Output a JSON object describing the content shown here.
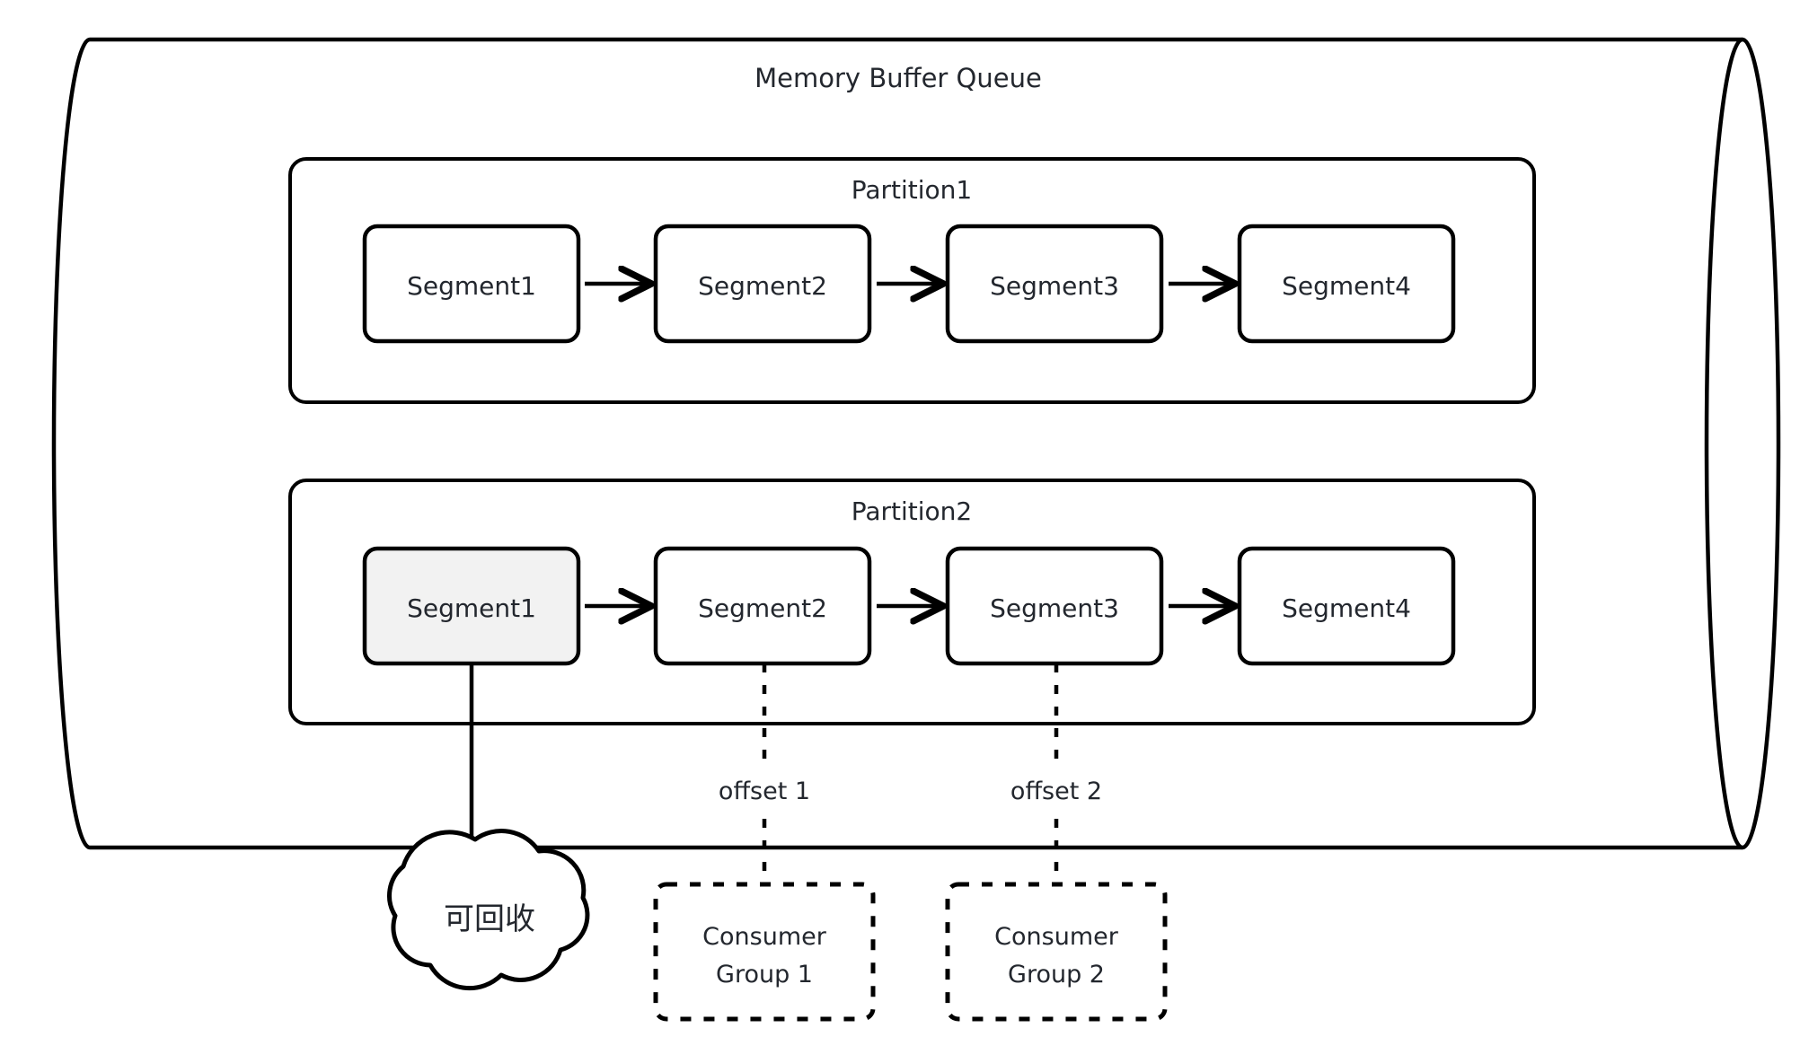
{
  "diagram": {
    "title": "Memory Buffer Queue",
    "container_shape": "cylinder",
    "partitions": [
      {
        "id": "partition1",
        "label": "Partition1",
        "segments": [
          {
            "label": "Segment1",
            "highlighted": false
          },
          {
            "label": "Segment2",
            "highlighted": false
          },
          {
            "label": "Segment3",
            "highlighted": false
          },
          {
            "label": "Segment4",
            "highlighted": false
          }
        ],
        "arrows_between_segments": 3
      },
      {
        "id": "partition2",
        "label": "Partition2",
        "segments": [
          {
            "label": "Segment1",
            "highlighted": true
          },
          {
            "label": "Segment2",
            "highlighted": false
          },
          {
            "label": "Segment3",
            "highlighted": false
          },
          {
            "label": "Segment4",
            "highlighted": false
          }
        ],
        "arrows_between_segments": 3
      }
    ],
    "offsets": [
      {
        "label": "offset 1",
        "from_segment": "Segment2",
        "to_consumer_group": "Consumer Group 1"
      },
      {
        "label": "offset 2",
        "from_segment": "Segment3",
        "to_consumer_group": "Consumer Group 2"
      }
    ],
    "consumer_groups": [
      {
        "line1": "Consumer",
        "line2": "Group 1"
      },
      {
        "line1": "Consumer",
        "line2": "Group 2"
      }
    ],
    "cloud": {
      "label": "可回收",
      "source_segment": "Segment1 (Partition2)"
    },
    "colors": {
      "stroke": "#000000",
      "text": "#23272e",
      "background": "#ffffff",
      "segment_fill": "#ffffff",
      "segment_highlight_fill": "#f2f2f2"
    }
  }
}
